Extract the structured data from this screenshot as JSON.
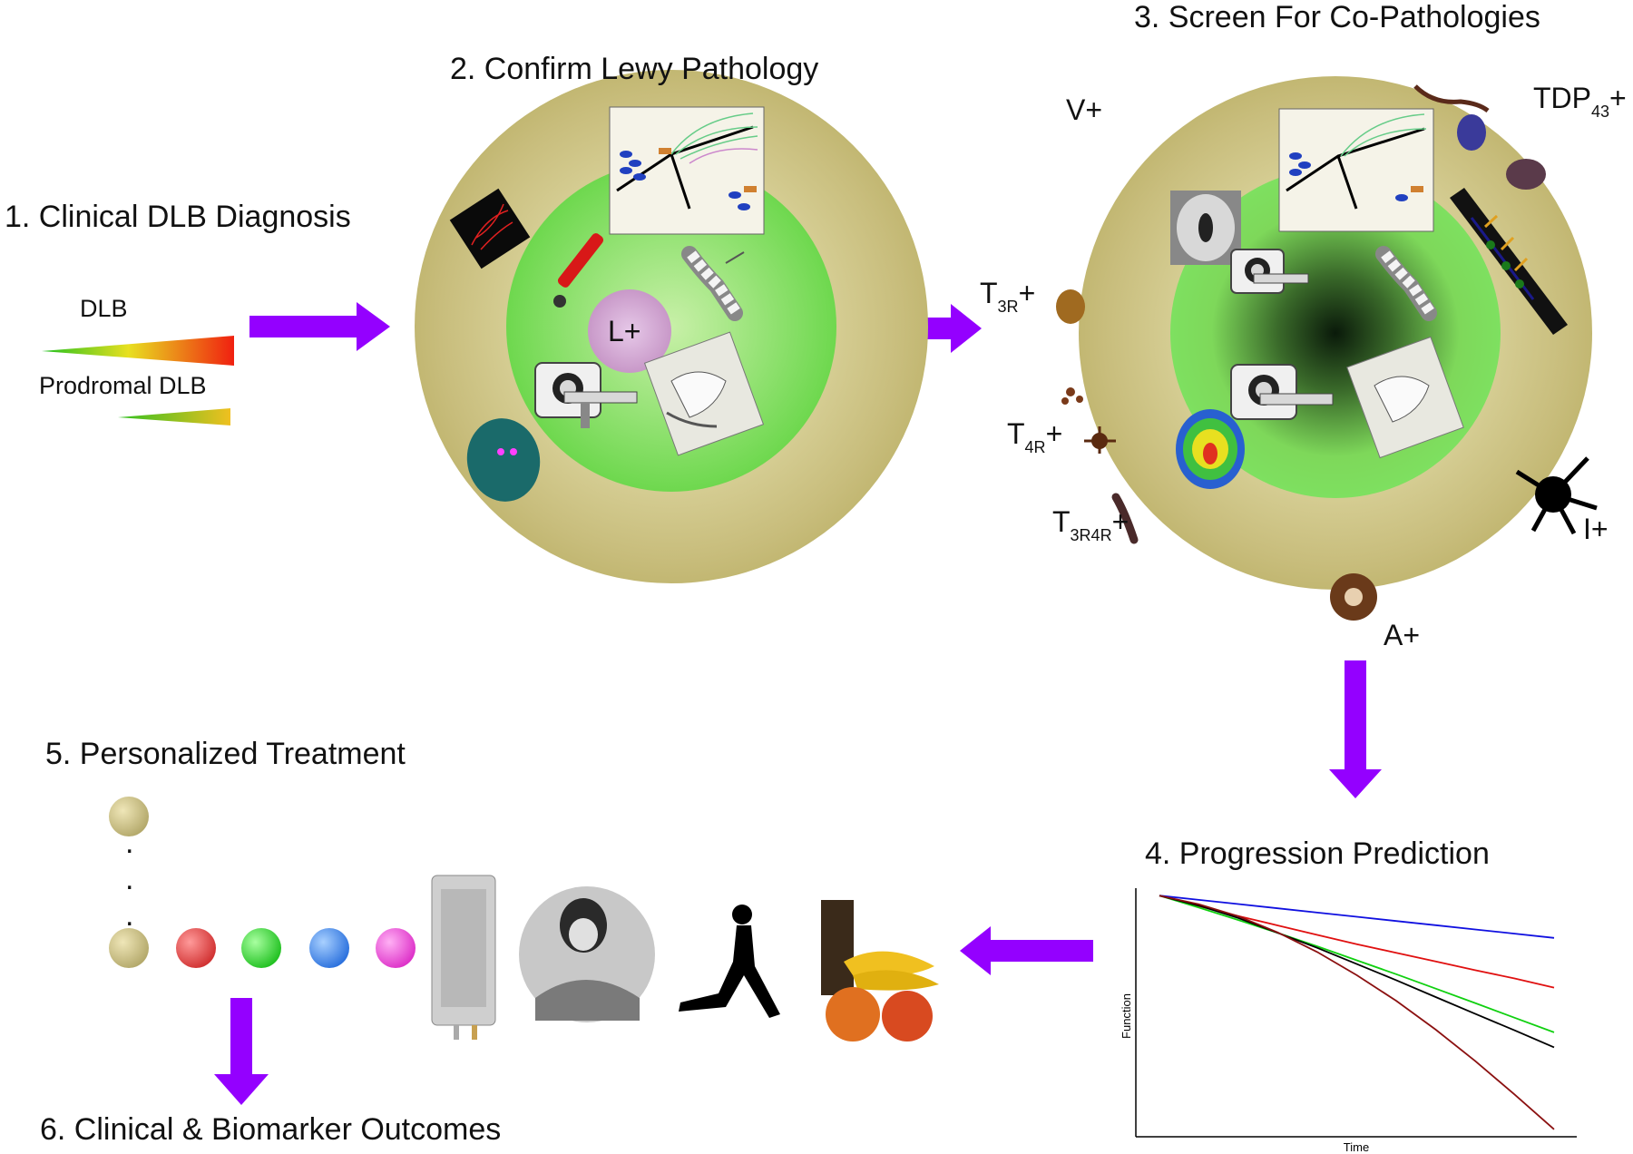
{
  "steps": {
    "s1": "1. Clinical DLB Diagnosis",
    "s2": "2. Confirm Lewy Pathology",
    "s3": "3. Screen For Co-Pathologies",
    "s4": "4. Progression Prediction",
    "s5": "5. Personalized Treatment",
    "s6": "6. Clinical & Biomarker Outcomes"
  },
  "diagnosis": {
    "dlb": "DLB",
    "prodromal": "Prodromal DLB"
  },
  "pathology_marks": {
    "lewy": "L+",
    "vascular": "V+",
    "tdp_base": "TDP",
    "tdp_sub": "43",
    "tdp_plus": "+",
    "t3r_base": "T",
    "t3r_sub": "3R",
    "t3r_plus": "+",
    "t4r_base": "T",
    "t4r_sub": "4R",
    "t4r_plus": "+",
    "t3r4r_base": "T",
    "t3r4r_sub": "3R4R",
    "t3r4r_plus": "+",
    "inflammation": "I+",
    "amyloid": "A+"
  },
  "treatment": {
    "dots": [
      ".",
      ".",
      "."
    ]
  },
  "chart_data": {
    "type": "line",
    "xlabel": "Time",
    "ylabel": "Function",
    "x": [
      0,
      1,
      2,
      3,
      4,
      5,
      6,
      7,
      8,
      9,
      10
    ],
    "ylim": [
      0,
      1
    ],
    "series": [
      {
        "color": "#1010e0",
        "values": [
          0.97,
          0.953,
          0.936,
          0.919,
          0.902,
          0.885,
          0.868,
          0.851,
          0.834,
          0.817,
          0.8
        ]
      },
      {
        "color": "#e01010",
        "values": [
          0.97,
          0.928,
          0.888,
          0.85,
          0.812,
          0.775,
          0.74,
          0.705,
          0.67,
          0.637,
          0.6
        ]
      },
      {
        "color": "#10d010",
        "values": [
          0.97,
          0.922,
          0.872,
          0.82,
          0.766,
          0.71,
          0.654,
          0.596,
          0.538,
          0.479,
          0.42
        ]
      },
      {
        "color": "#000000",
        "values": [
          0.97,
          0.93,
          0.88,
          0.82,
          0.76,
          0.695,
          0.63,
          0.562,
          0.495,
          0.428,
          0.36
        ]
      },
      {
        "color": "#8b1010",
        "values": [
          0.97,
          0.935,
          0.887,
          0.822,
          0.743,
          0.65,
          0.547,
          0.431,
          0.305,
          0.17,
          0.03
        ]
      }
    ]
  },
  "colors": {
    "arrow": "#9400ff",
    "outer_ring": "#cfc68a",
    "inner_circle": "#7ee060",
    "pill_tan": "#cbbf84",
    "pill_red": "#e04848",
    "pill_green": "#30dd30",
    "pill_blue": "#3a88ee",
    "pill_pink": "#ee40d8"
  }
}
